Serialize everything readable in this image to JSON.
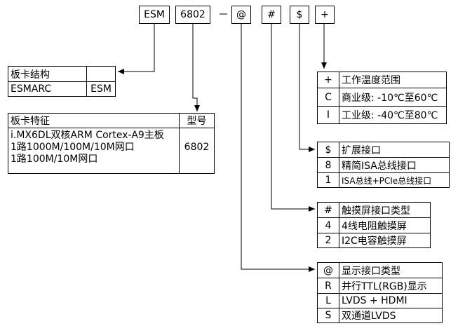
{
  "code": {
    "prefix": "ESM",
    "model": "6802",
    "dash": "–",
    "slot_display": "@",
    "slot_touch": "#",
    "slot_expansion": "$",
    "slot_temp": "+"
  },
  "structure_table": {
    "header": "板卡结构",
    "header_value": "",
    "row_label": "ESMARC",
    "row_value": "ESM"
  },
  "feature_table": {
    "header_left": "板卡特征",
    "header_right": "型号",
    "lines": [
      "i.MX6DL双核ARM Cortex-A9主板",
      "1路1000M/100M/10M网口",
      "1路100M/10M网口"
    ],
    "model": "6802"
  },
  "temp_table": {
    "rows": [
      {
        "code": "+",
        "desc": "工作温度范围"
      },
      {
        "code": "C",
        "desc": "商业级: -10℃至60℃"
      },
      {
        "code": "I",
        "desc": "工业级: -40℃至80℃"
      }
    ]
  },
  "expansion_table": {
    "rows": [
      {
        "code": "$",
        "desc": "扩展接口"
      },
      {
        "code": "8",
        "desc": "精简ISA总线接口"
      },
      {
        "code": "1",
        "desc": "ISA总线+PCIe总线接口"
      }
    ]
  },
  "touch_table": {
    "rows": [
      {
        "code": "#",
        "desc": "触摸屏接口类型"
      },
      {
        "code": "4",
        "desc": "4线电阻触摸屏"
      },
      {
        "code": "2",
        "desc": "I2C电容触摸屏"
      }
    ]
  },
  "display_table": {
    "rows": [
      {
        "code": "@",
        "desc": "显示接口类型"
      },
      {
        "code": "R",
        "desc": "并行TTL(RGB)显示"
      },
      {
        "code": "L",
        "desc": "LVDS + HDMI"
      },
      {
        "code": "S",
        "desc": "双通道LVDS"
      }
    ]
  }
}
